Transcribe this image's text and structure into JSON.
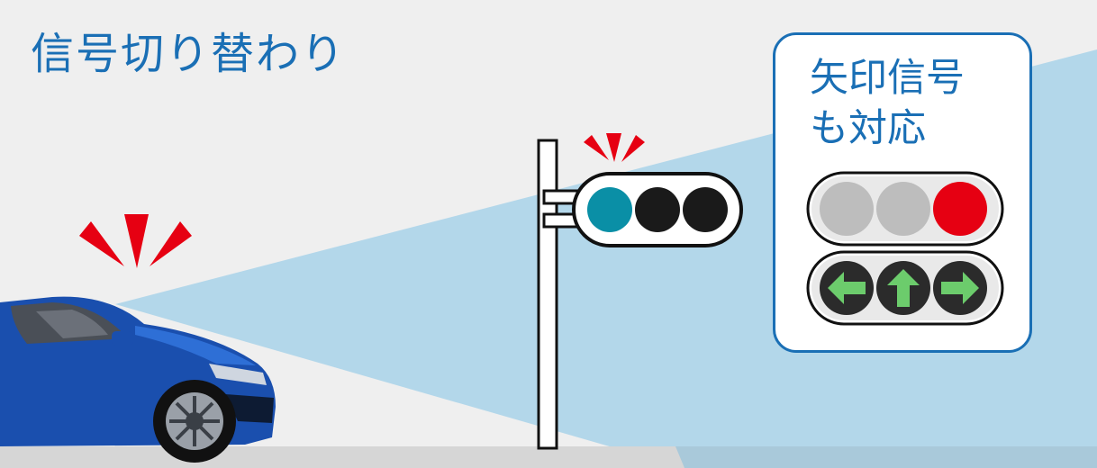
{
  "title": "信号切り替わり",
  "card": {
    "title_line1": "矢印信号",
    "title_line2": "も対応"
  },
  "colors": {
    "title_text": "#1a6fb5",
    "background": "#efefef",
    "camera_view": "#b3d7ea",
    "road": "#d6d6d6",
    "alert_red": "#e60012",
    "signal_green": "#0a8fa6",
    "lamp_off": "#1a1a1a",
    "lamp_grey": "#bdbdbd",
    "arrow_green": "#6ccc6c",
    "car_blue": "#1a4fae"
  },
  "scene": {
    "traffic_signal": {
      "active_lamp": "left",
      "active_color": "green",
      "lamps": 3
    },
    "arrow_signal": {
      "top_row": [
        "off",
        "off",
        "red"
      ],
      "arrows": [
        "left-arrow-icon",
        "up-arrow-icon",
        "right-arrow-icon"
      ]
    },
    "icons": [
      "car",
      "traffic-signal",
      "alert-burst-icon"
    ]
  }
}
